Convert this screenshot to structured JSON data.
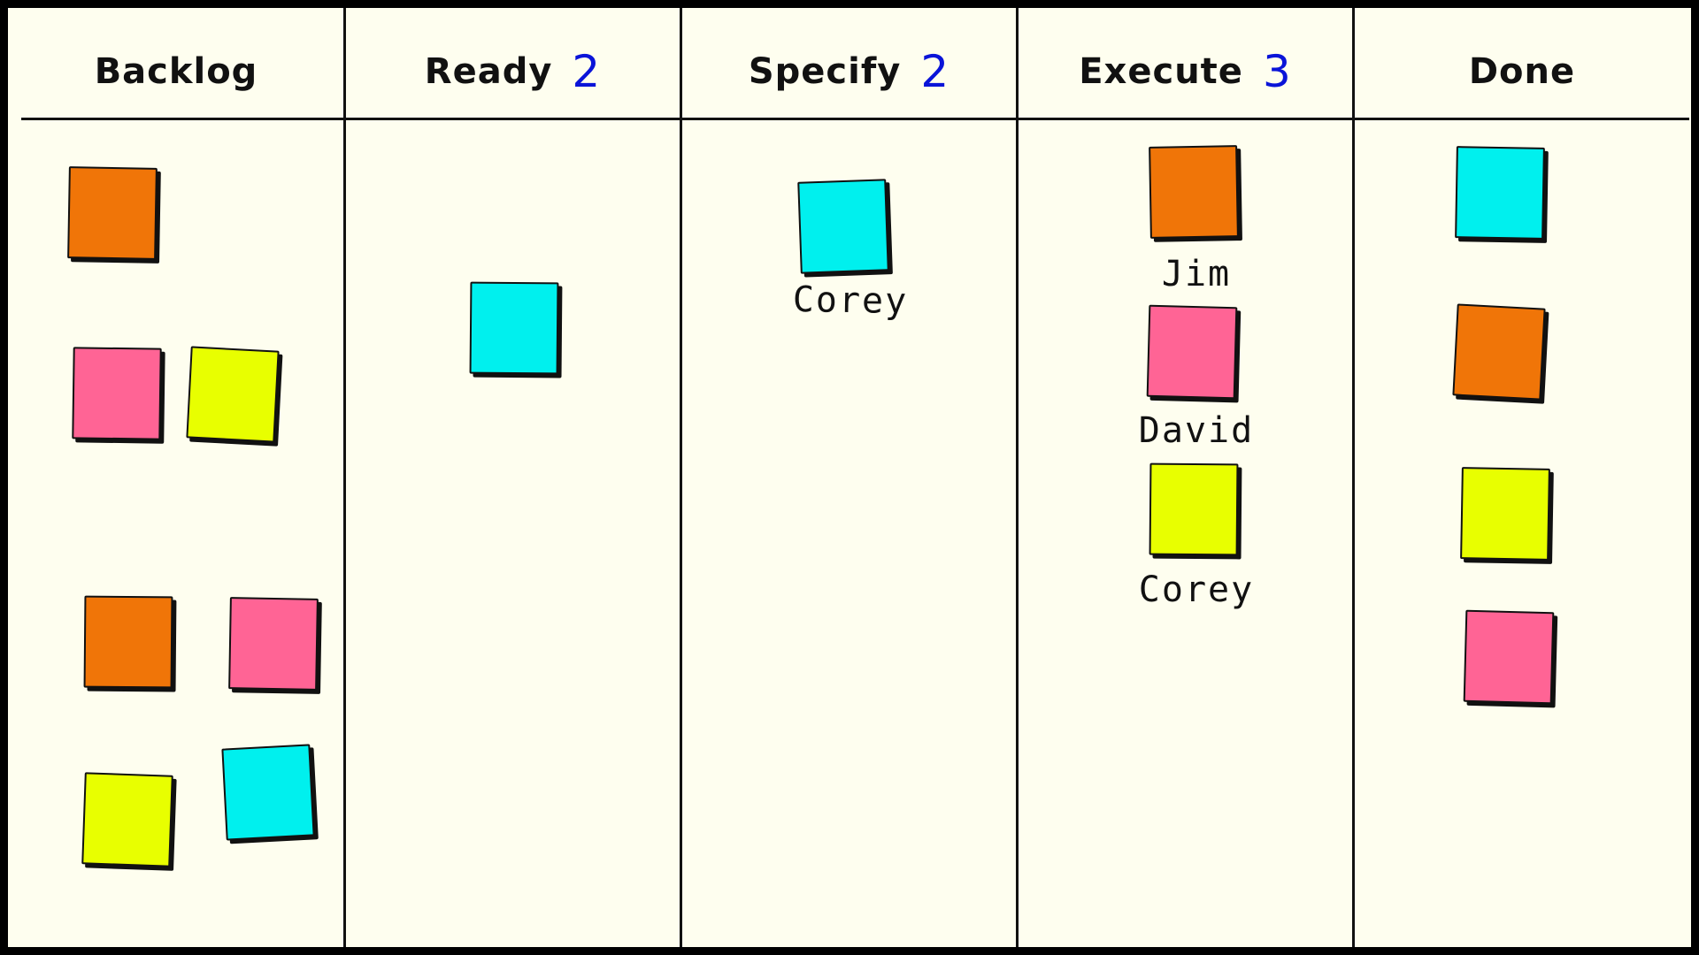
{
  "colors": {
    "board_background": "#fefeef",
    "lines": "#111111",
    "wip_limit": "#0a14d8",
    "orange": "#f07508",
    "pink": "#ff6495",
    "yellow": "#e8ff00",
    "cyan": "#00f0ee"
  },
  "columns": [
    {
      "title": "Backlog",
      "wip_limit": "",
      "cards": [
        {
          "color": "orange",
          "assignee": ""
        },
        {
          "color": "pink",
          "assignee": ""
        },
        {
          "color": "yellow",
          "assignee": ""
        },
        {
          "color": "orange",
          "assignee": ""
        },
        {
          "color": "pink",
          "assignee": ""
        },
        {
          "color": "yellow",
          "assignee": ""
        },
        {
          "color": "cyan",
          "assignee": ""
        }
      ]
    },
    {
      "title": "Ready",
      "wip_limit": "2",
      "cards": [
        {
          "color": "cyan",
          "assignee": ""
        }
      ]
    },
    {
      "title": "Specify",
      "wip_limit": "2",
      "cards": [
        {
          "color": "cyan",
          "assignee": "Corey"
        }
      ]
    },
    {
      "title": "Execute",
      "wip_limit": "3",
      "cards": [
        {
          "color": "orange",
          "assignee": "Jim"
        },
        {
          "color": "pink",
          "assignee": "David"
        },
        {
          "color": "yellow",
          "assignee": "Corey"
        }
      ]
    },
    {
      "title": "Done",
      "wip_limit": "",
      "cards": [
        {
          "color": "cyan",
          "assignee": ""
        },
        {
          "color": "orange",
          "assignee": ""
        },
        {
          "color": "yellow",
          "assignee": ""
        },
        {
          "color": "pink",
          "assignee": ""
        }
      ]
    }
  ]
}
